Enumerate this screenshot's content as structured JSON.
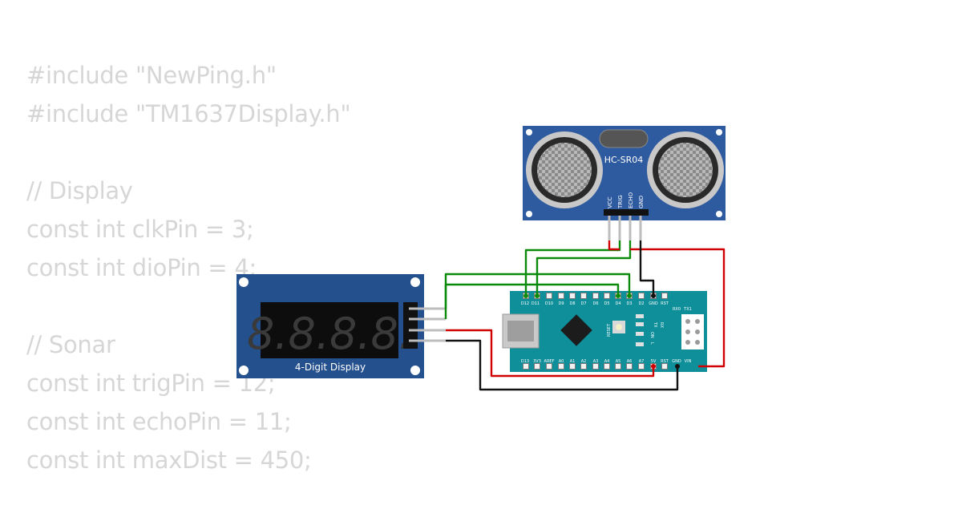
{
  "code": {
    "lines": [
      "#include \"NewPing.h\"",
      "#include \"TM1637Display.h\"",
      "",
      "// Display",
      "const int clkPin = 3;",
      "const int dioPin = 4;",
      "",
      "// Sonar",
      "const int trigPin = 12;",
      "const int echoPin = 11;",
      "const int maxDist = 450;"
    ]
  },
  "sonar": {
    "model": "HC-SR04",
    "pins": [
      "VCC",
      "TRIG",
      "ECHO",
      "GND"
    ]
  },
  "display": {
    "label": "4-Digit Display",
    "digits": "8.8.8.8."
  },
  "arduino": {
    "top_pins": [
      "D12",
      "D11",
      "D10",
      "D9",
      "D8",
      "D7",
      "D6",
      "D5",
      "D4",
      "D3",
      "D2",
      "GND",
      "RST",
      "RX0",
      "TX1"
    ],
    "bottom_pins": [
      "D13",
      "3V3",
      "AREF",
      "A0",
      "A1",
      "A2",
      "A3",
      "A4",
      "A5",
      "A6",
      "A7",
      "5V",
      "RST",
      "GND",
      "VIN"
    ],
    "reset_label": "RESET",
    "led_labels": [
      "TX",
      "RX",
      "ON",
      "L"
    ]
  },
  "colors": {
    "board_blue": "#2e5aa0",
    "display_blue": "#24508e",
    "nano_teal": "#0e8f9a",
    "wire_green": "#0a8a0a",
    "wire_red": "#d00000",
    "wire_black": "#111111",
    "code_text": "#d6d6d6"
  }
}
